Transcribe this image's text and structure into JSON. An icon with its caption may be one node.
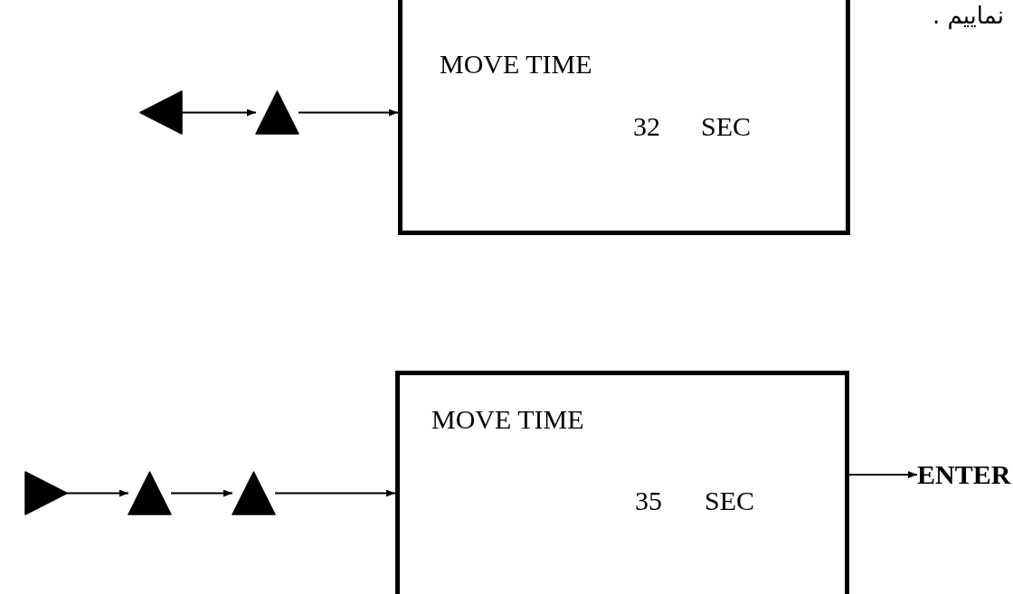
{
  "diagram": {
    "nodes": [
      {
        "text": [],
        "shape": "triangle"
      },
      {
        "text": [],
        "shape": "triangle"
      },
      {
        "text": [
          "MOVE TIME",
          "32",
          "SEC"
        ]
      },
      {
        "text": [],
        "shape": "triangle"
      },
      {
        "text": [],
        "shape": "triangle"
      },
      {
        "text": [],
        "shape": "triangle"
      },
      {
        "text": [
          "MOVE TIME",
          "35",
          "SEC"
        ]
      },
      {
        "text": [
          "ENTER"
        ]
      }
    ],
    "edges": [
      {
        "from": 0,
        "to": 1,
        "arrow": "to"
      },
      {
        "from": 1,
        "to": 2,
        "arrow": "to"
      },
      {
        "from": 3,
        "to": 4,
        "arrow": "to"
      },
      {
        "from": 4,
        "to": 5,
        "arrow": "to"
      },
      {
        "from": 5,
        "to": 6,
        "arrow": "to"
      },
      {
        "from": 6,
        "to": 7,
        "arrow": "to"
      }
    ],
    "labels": [
      "نماییم ."
    ]
  }
}
